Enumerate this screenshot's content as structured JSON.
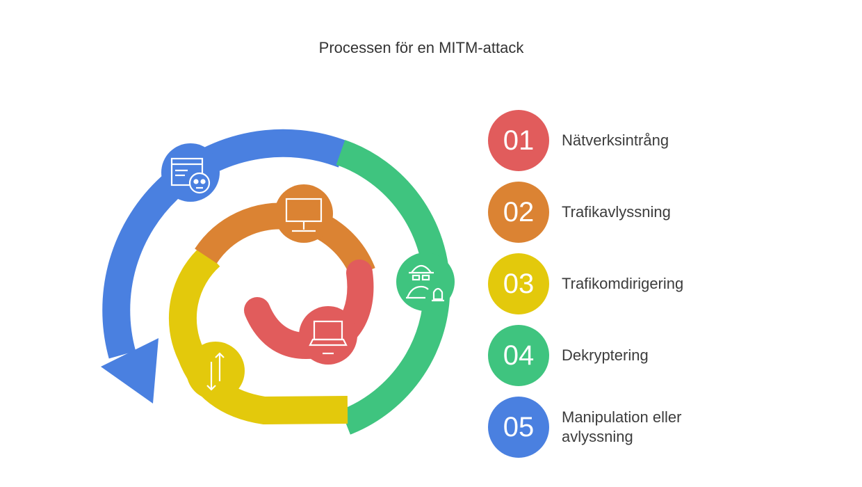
{
  "title": "Processen för en MITM-attack",
  "steps": [
    {
      "number": "01",
      "label": "Nätverksintrång",
      "color": "#e15c5c",
      "icon": "laptop-icon"
    },
    {
      "number": "02",
      "label": "Trafikavlyssning",
      "color": "#db8333",
      "icon": "monitor-icon"
    },
    {
      "number": "03",
      "label": "Trafikomdirigering",
      "color": "#e3c90c",
      "icon": "redirect-arrows-icon"
    },
    {
      "number": "04",
      "label": "Dekryptering",
      "color": "#3fc47f",
      "icon": "spy-alert-icon"
    },
    {
      "number": "05",
      "label": "Manipulation eller avlyssning",
      "color": "#4a80e0",
      "icon": "document-skull-icon"
    }
  ]
}
